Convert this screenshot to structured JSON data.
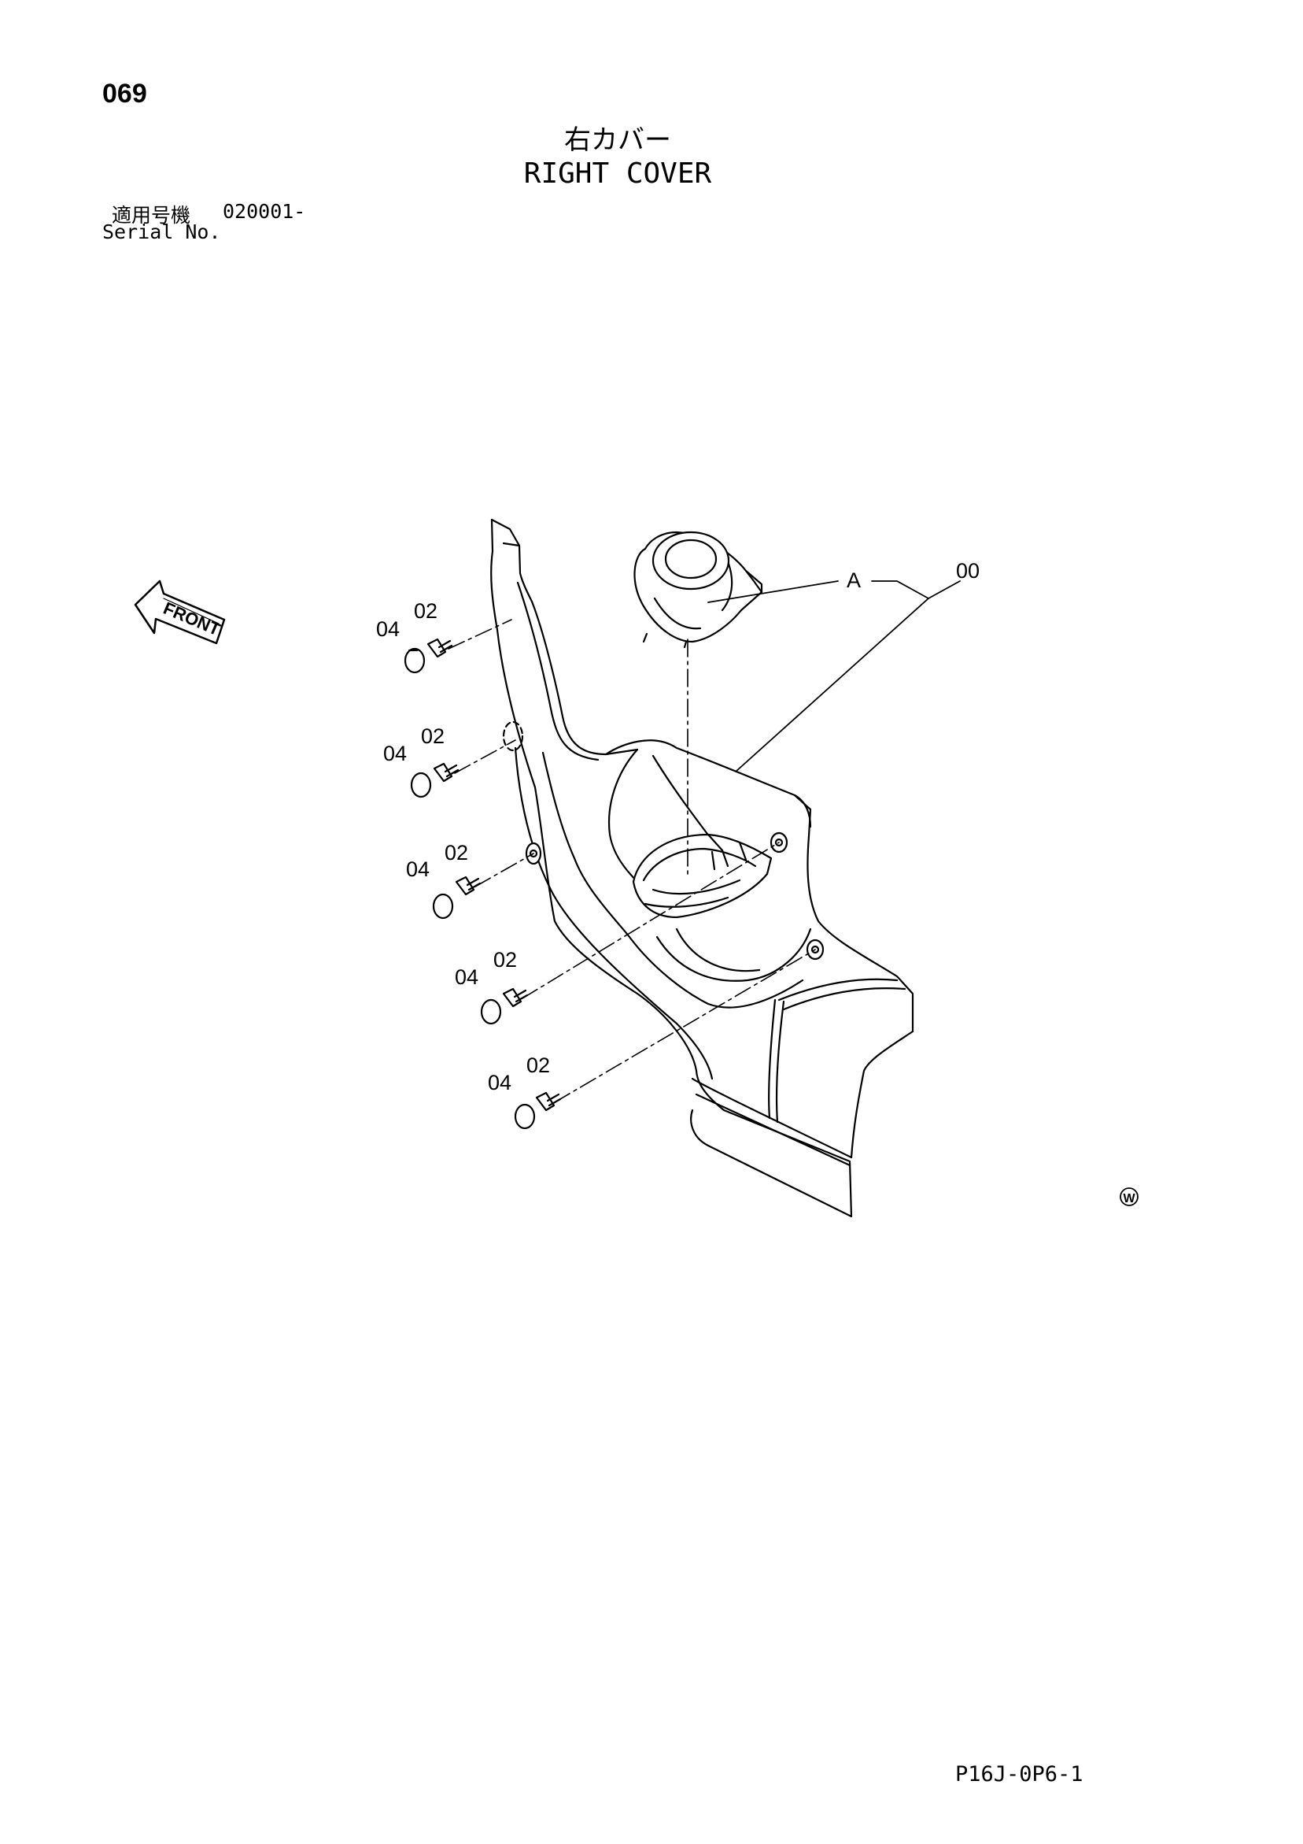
{
  "page": {
    "number": "069",
    "title_jp": "右カバー",
    "title_en": "RIGHT COVER",
    "serial_label_jp": "適用号機",
    "serial_value": "020001-",
    "serial_label_en": "Serial No.",
    "doc_code": "P16J-0P6-1"
  },
  "diagram": {
    "front_arrow_label": "FRONT",
    "callouts": {
      "assembly": "00",
      "sub_assembly": "A",
      "bolt": "02",
      "cap": "04"
    },
    "mark": "W"
  }
}
